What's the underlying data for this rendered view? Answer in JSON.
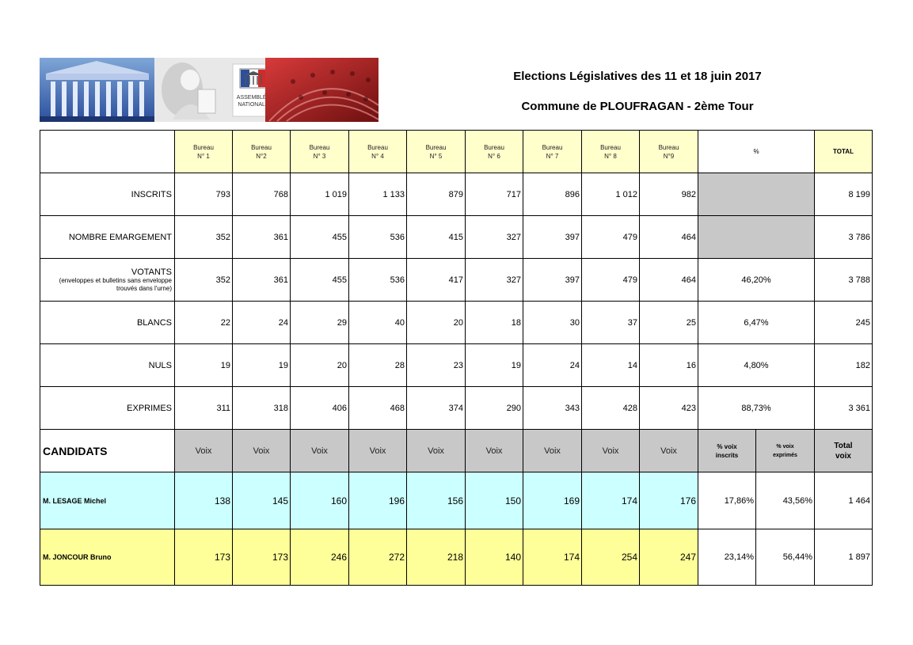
{
  "header": {
    "title": "Elections Législatives des 11 et 18 juin 2017",
    "subtitle": "Commune de PLOUFRAGAN - 2ème Tour",
    "logo_line1": "ASSEMBLÉE",
    "logo_line2": "NATIONALE"
  },
  "columns": {
    "bureau_word": "Bureau",
    "bureaux": [
      "N° 1",
      "N°2",
      "N° 3",
      "N° 4",
      "N° 5",
      "N° 6",
      "N° 7",
      "N° 8",
      "N°9"
    ],
    "pct": "%",
    "total": "TOTAL"
  },
  "rows": [
    {
      "label": "INSCRITS",
      "values": [
        "793",
        "768",
        "1 019",
        "1 133",
        "879",
        "717",
        "896",
        "1 012",
        "982"
      ],
      "pct": "",
      "total": "8 199"
    },
    {
      "label": "NOMBRE EMARGEMENT",
      "values": [
        "352",
        "361",
        "455",
        "536",
        "415",
        "327",
        "397",
        "479",
        "464"
      ],
      "pct": "",
      "total": "3 786"
    },
    {
      "label": "VOTANTS",
      "sub1": "(enveloppes et bulletins sans enveloppe",
      "sub2": "trouvés dans l'urne)",
      "values": [
        "352",
        "361",
        "455",
        "536",
        "417",
        "327",
        "397",
        "479",
        "464"
      ],
      "pct": "46,20%",
      "total": "3 788"
    },
    {
      "label": "BLANCS",
      "values": [
        "22",
        "24",
        "29",
        "40",
        "20",
        "18",
        "30",
        "37",
        "25"
      ],
      "pct": "6,47%",
      "total": "245"
    },
    {
      "label": "NULS",
      "values": [
        "19",
        "19",
        "20",
        "28",
        "23",
        "19",
        "24",
        "14",
        "16"
      ],
      "pct": "4,80%",
      "total": "182"
    },
    {
      "label": "EXPRIMES",
      "values": [
        "311",
        "318",
        "406",
        "468",
        "374",
        "290",
        "343",
        "428",
        "423"
      ],
      "pct": "88,73%",
      "total": "3 361"
    }
  ],
  "candidates_header": {
    "label": "CANDIDATS",
    "voix": "Voix",
    "pct_inscrits_1": "% voix",
    "pct_inscrits_2": "inscrits",
    "pct_exprimes_1": "% voix",
    "pct_exprimes_2": "exprimés",
    "total_1": "Total",
    "total_2": "voix"
  },
  "candidates": [
    {
      "name": "M. LESAGE Michel",
      "values": [
        "138",
        "145",
        "160",
        "196",
        "156",
        "150",
        "169",
        "174",
        "176"
      ],
      "pct_inscrits": "17,86%",
      "pct_exprimes": "43,56%",
      "total": "1 464",
      "color": "#ccffff"
    },
    {
      "name": "M. JONCOUR Bruno",
      "values": [
        "173",
        "173",
        "246",
        "272",
        "218",
        "140",
        "174",
        "254",
        "247"
      ],
      "pct_inscrits": "23,14%",
      "pct_exprimes": "56,44%",
      "total": "1 897",
      "color": "#ffff99"
    }
  ]
}
